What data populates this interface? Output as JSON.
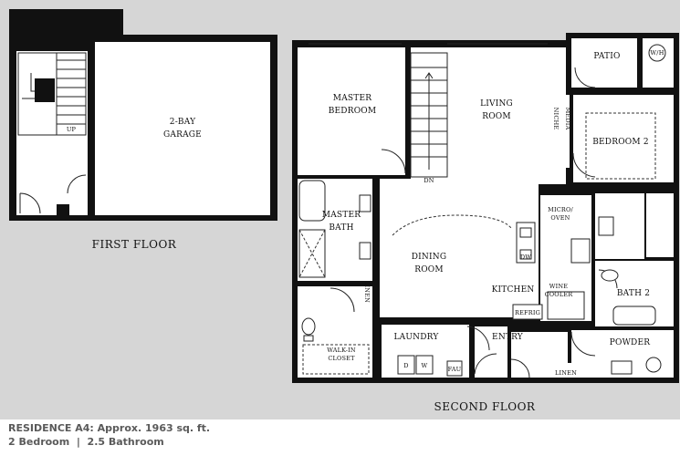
{
  "floors": {
    "first": {
      "title": "FIRST FLOOR",
      "rooms": {
        "garage_line1": "2-BAY",
        "garage_line2": "GARAGE",
        "stair_up": "UP"
      }
    },
    "second": {
      "title": "SECOND FLOOR",
      "rooms": {
        "master_bedroom_line1": "MASTER",
        "master_bedroom_line2": "BEDROOM",
        "living_room_line1": "LIVING",
        "living_room_line2": "ROOM",
        "patio": "PATIO",
        "wh": "W/H",
        "media": "MEDIA",
        "niche": "NICHE",
        "bedroom2": "BEDROOM 2",
        "master_bath_line1": "MASTER",
        "master_bath_line2": "BATH",
        "stair_dn": "DN",
        "dining_line1": "DINING",
        "dining_line2": "ROOM",
        "micro_line1": "MICRO/",
        "micro_line2": "OVEN",
        "dw": "DW",
        "kitchen": "KITCHEN",
        "wine_line1": "WINE",
        "wine_line2": "COOLER",
        "refrig": "REFRIG",
        "bath2": "BATH 2",
        "linen_vertical": "LINEN",
        "walkin_line1": "WALK-IN",
        "walkin_line2": "CLOSET",
        "laundry": "LAUNDRY",
        "laundry_d": "D",
        "laundry_w": "W",
        "fau": "FAU",
        "entry": "ENTRY",
        "powder": "POWDER",
        "linen_bottom": "LINEN"
      }
    }
  },
  "caption": {
    "line1": "RESIDENCE A4: Approx. 1963 sq. ft.",
    "line2": "2 Bedroom  |  2.5 Bathroom"
  }
}
